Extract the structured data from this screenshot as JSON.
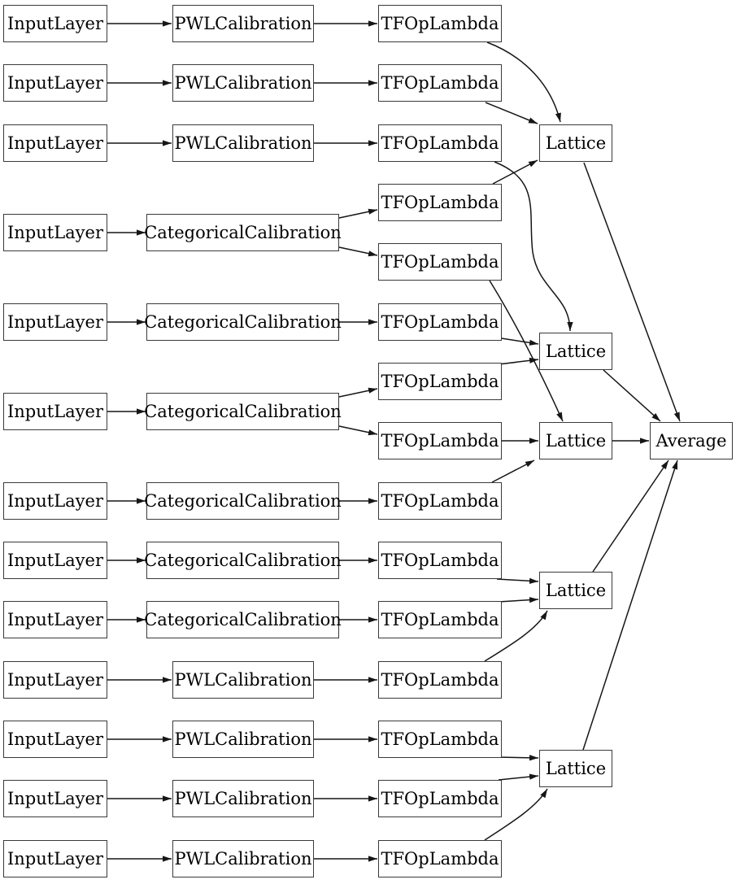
{
  "colors": {
    "background": "#ffffff",
    "node_fill": "#ffffff",
    "node_border": "#3a3a3a",
    "edge": "#161616",
    "text": "#000000"
  },
  "nodes": [
    {
      "id": "input-1",
      "label": "InputLayer"
    },
    {
      "id": "input-2",
      "label": "InputLayer"
    },
    {
      "id": "input-3",
      "label": "InputLayer"
    },
    {
      "id": "input-4",
      "label": "InputLayer"
    },
    {
      "id": "input-5",
      "label": "InputLayer"
    },
    {
      "id": "input-6",
      "label": "InputLayer"
    },
    {
      "id": "input-7",
      "label": "InputLayer"
    },
    {
      "id": "input-8",
      "label": "InputLayer"
    },
    {
      "id": "input-9",
      "label": "InputLayer"
    },
    {
      "id": "input-10",
      "label": "InputLayer"
    },
    {
      "id": "input-11",
      "label": "InputLayer"
    },
    {
      "id": "input-12",
      "label": "InputLayer"
    },
    {
      "id": "input-13",
      "label": "InputLayer"
    },
    {
      "id": "pwl-1",
      "label": "PWLCalibration"
    },
    {
      "id": "pwl-2",
      "label": "PWLCalibration"
    },
    {
      "id": "pwl-3",
      "label": "PWLCalibration"
    },
    {
      "id": "pwl-4",
      "label": "PWLCalibration"
    },
    {
      "id": "pwl-5",
      "label": "PWLCalibration"
    },
    {
      "id": "pwl-6",
      "label": "PWLCalibration"
    },
    {
      "id": "pwl-7",
      "label": "PWLCalibration"
    },
    {
      "id": "catcal-1",
      "label": "CategoricalCalibration"
    },
    {
      "id": "catcal-2",
      "label": "CategoricalCalibration"
    },
    {
      "id": "catcal-3",
      "label": "CategoricalCalibration"
    },
    {
      "id": "catcal-4",
      "label": "CategoricalCalibration"
    },
    {
      "id": "catcal-5",
      "label": "CategoricalCalibration"
    },
    {
      "id": "catcal-6",
      "label": "CategoricalCalibration"
    },
    {
      "id": "lambda-1",
      "label": "TFOpLambda"
    },
    {
      "id": "lambda-2",
      "label": "TFOpLambda"
    },
    {
      "id": "lambda-3",
      "label": "TFOpLambda"
    },
    {
      "id": "lambda-4",
      "label": "TFOpLambda"
    },
    {
      "id": "lambda-5",
      "label": "TFOpLambda"
    },
    {
      "id": "lambda-6",
      "label": "TFOpLambda"
    },
    {
      "id": "lambda-7",
      "label": "TFOpLambda"
    },
    {
      "id": "lambda-8",
      "label": "TFOpLambda"
    },
    {
      "id": "lambda-9",
      "label": "TFOpLambda"
    },
    {
      "id": "lambda-10",
      "label": "TFOpLambda"
    },
    {
      "id": "lambda-11",
      "label": "TFOpLambda"
    },
    {
      "id": "lambda-12",
      "label": "TFOpLambda"
    },
    {
      "id": "lambda-13",
      "label": "TFOpLambda"
    },
    {
      "id": "lambda-14",
      "label": "TFOpLambda"
    },
    {
      "id": "lambda-15",
      "label": "TFOpLambda"
    },
    {
      "id": "lattice-1",
      "label": "Lattice"
    },
    {
      "id": "lattice-2",
      "label": "Lattice"
    },
    {
      "id": "lattice-3",
      "label": "Lattice"
    },
    {
      "id": "lattice-4",
      "label": "Lattice"
    },
    {
      "id": "lattice-5",
      "label": "Lattice"
    },
    {
      "id": "average",
      "label": "Average"
    }
  ],
  "edges": [
    {
      "from": "input-1",
      "to": "pwl-1"
    },
    {
      "from": "input-2",
      "to": "pwl-2"
    },
    {
      "from": "input-3",
      "to": "pwl-3"
    },
    {
      "from": "input-4",
      "to": "catcal-1"
    },
    {
      "from": "input-5",
      "to": "catcal-2"
    },
    {
      "from": "input-6",
      "to": "catcal-3"
    },
    {
      "from": "input-7",
      "to": "catcal-4"
    },
    {
      "from": "input-8",
      "to": "catcal-5"
    },
    {
      "from": "input-9",
      "to": "catcal-6"
    },
    {
      "from": "input-10",
      "to": "pwl-4"
    },
    {
      "from": "input-11",
      "to": "pwl-5"
    },
    {
      "from": "input-12",
      "to": "pwl-6"
    },
    {
      "from": "input-13",
      "to": "pwl-7"
    },
    {
      "from": "pwl-1",
      "to": "lambda-1"
    },
    {
      "from": "pwl-2",
      "to": "lambda-2"
    },
    {
      "from": "pwl-3",
      "to": "lambda-3"
    },
    {
      "from": "catcal-1",
      "to": "lambda-4"
    },
    {
      "from": "catcal-1",
      "to": "lambda-5"
    },
    {
      "from": "catcal-2",
      "to": "lambda-6"
    },
    {
      "from": "catcal-3",
      "to": "lambda-7"
    },
    {
      "from": "catcal-3",
      "to": "lambda-8"
    },
    {
      "from": "catcal-4",
      "to": "lambda-9"
    },
    {
      "from": "catcal-5",
      "to": "lambda-10"
    },
    {
      "from": "catcal-6",
      "to": "lambda-11"
    },
    {
      "from": "pwl-4",
      "to": "lambda-12"
    },
    {
      "from": "pwl-5",
      "to": "lambda-13"
    },
    {
      "from": "pwl-6",
      "to": "lambda-14"
    },
    {
      "from": "pwl-7",
      "to": "lambda-15"
    },
    {
      "from": "lambda-1",
      "to": "lattice-1"
    },
    {
      "from": "lambda-2",
      "to": "lattice-1"
    },
    {
      "from": "lambda-4",
      "to": "lattice-1"
    },
    {
      "from": "lambda-3",
      "to": "lattice-2"
    },
    {
      "from": "lambda-6",
      "to": "lattice-2"
    },
    {
      "from": "lambda-7",
      "to": "lattice-2"
    },
    {
      "from": "lambda-5",
      "to": "lattice-3"
    },
    {
      "from": "lambda-8",
      "to": "lattice-3"
    },
    {
      "from": "lambda-9",
      "to": "lattice-3"
    },
    {
      "from": "lambda-10",
      "to": "lattice-4"
    },
    {
      "from": "lambda-11",
      "to": "lattice-4"
    },
    {
      "from": "lambda-12",
      "to": "lattice-4"
    },
    {
      "from": "lambda-13",
      "to": "lattice-5"
    },
    {
      "from": "lambda-14",
      "to": "lattice-5"
    },
    {
      "from": "lambda-15",
      "to": "lattice-5"
    },
    {
      "from": "lattice-1",
      "to": "average"
    },
    {
      "from": "lattice-2",
      "to": "average"
    },
    {
      "from": "lattice-3",
      "to": "average"
    },
    {
      "from": "lattice-4",
      "to": "average"
    },
    {
      "from": "lattice-5",
      "to": "average"
    }
  ]
}
